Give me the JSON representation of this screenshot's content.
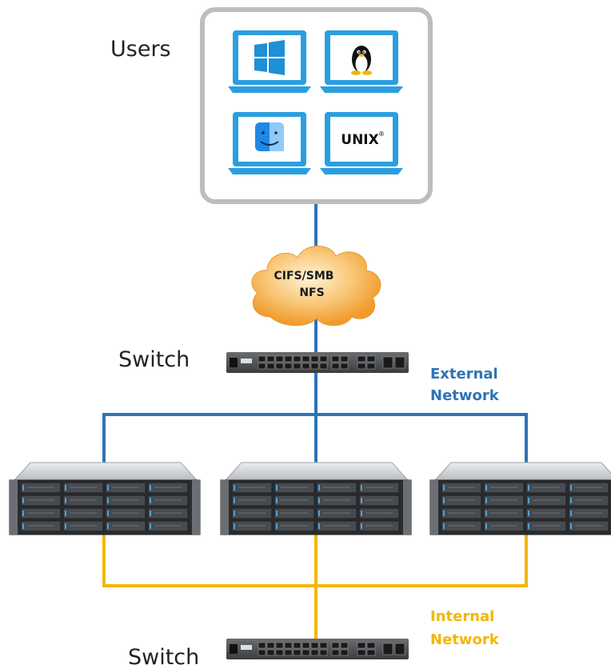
{
  "users_label": "Users",
  "cloud_protocols": [
    "CIFS/SMB",
    "NFS"
  ],
  "switch_label": "Switch",
  "external_network": {
    "line1": "External",
    "line2": "Network",
    "color": "#2e74b5"
  },
  "internal_network": {
    "line1": "Internal",
    "line2": "Network",
    "color": "#f0b400"
  },
  "clients": [
    {
      "os": "Windows",
      "icon": "windows-icon"
    },
    {
      "os": "Linux",
      "icon": "linux-tux-icon"
    },
    {
      "os": "macOS",
      "icon": "mac-finder-icon"
    },
    {
      "os": "UNIX",
      "icon": "unix-logo-icon",
      "text": "UNIX"
    }
  ],
  "colors": {
    "laptop": "#2a9fe0",
    "panel_border": "#b9b9b9",
    "cloud": "#f4a53a"
  }
}
